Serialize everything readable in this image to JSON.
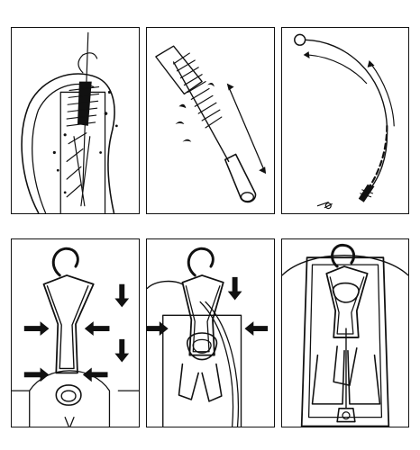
{
  "figure": {
    "kind": "instruction-illustration",
    "panels": [
      {
        "step": 1,
        "subject": "brush-cleaning-bladder-icon"
      },
      {
        "step": 2,
        "subject": "tube-brush-icon"
      },
      {
        "step": 3,
        "subject": "long-tube-cleaner-icon"
      },
      {
        "step": 4,
        "subject": "hanger-insertion-icon"
      },
      {
        "step": 5,
        "subject": "hanger-in-bladder-icon"
      },
      {
        "step": 6,
        "subject": "hanger-drying-icon"
      }
    ],
    "colors": {
      "ink": "#111111",
      "background": "#ffffff"
    }
  }
}
